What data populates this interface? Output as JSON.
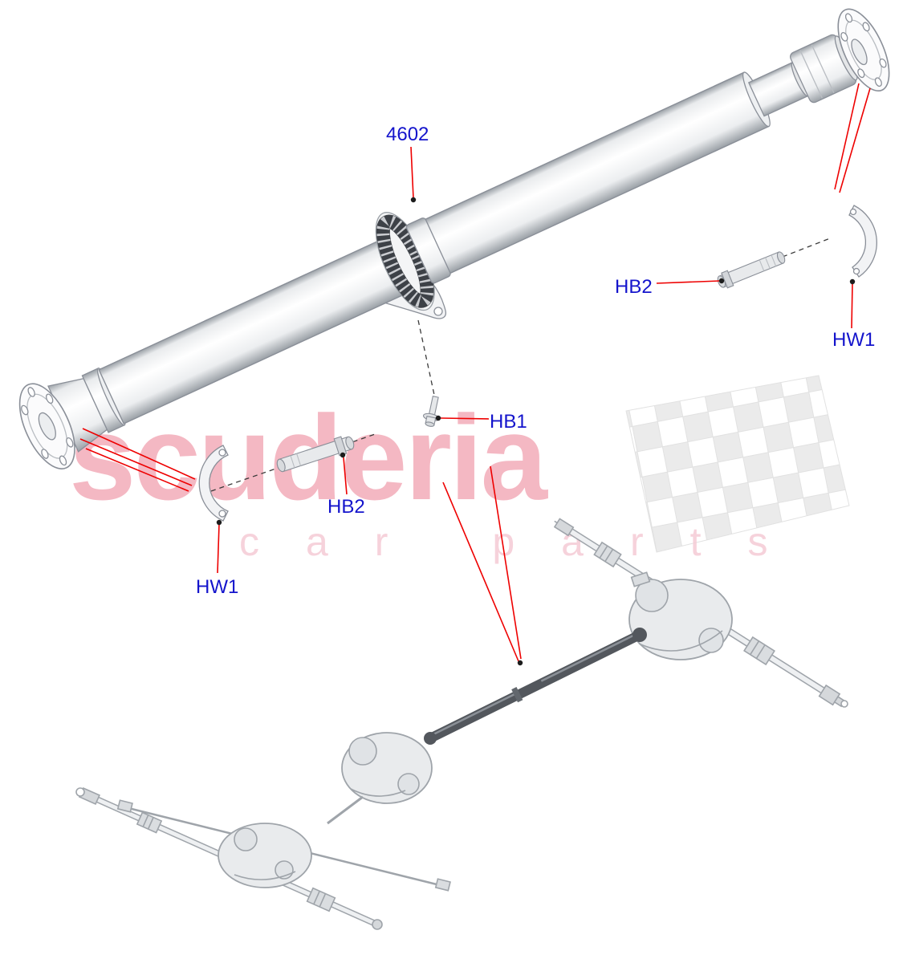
{
  "colors": {
    "label": "#1414cc",
    "leader": "#ee0000",
    "dash": "#3a3a3a",
    "dot": "#1c1c1c",
    "art": "#8a8f98"
  },
  "watermark": {
    "brand": "scuderia",
    "subtitle": "car parts",
    "brand_color": "#f2a7b5",
    "subtitle_color": "#f5cbd5"
  },
  "labels": [
    {
      "text": "4602"
    },
    {
      "text": "HB2"
    },
    {
      "text": "HW1"
    },
    {
      "text": "HB1"
    },
    {
      "text": "HB2"
    },
    {
      "text": "HW1"
    }
  ]
}
